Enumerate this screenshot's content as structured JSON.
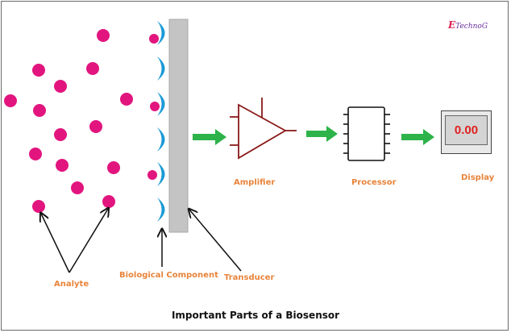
{
  "brand": {
    "first_letter": "E",
    "rest": "TechnoG"
  },
  "labels": {
    "amplifier": "Amplifier",
    "processor": "Processor",
    "display": "Display",
    "analyte": "Analyte",
    "biological_component": "Biological Component",
    "transducer": "Transducer"
  },
  "display_value": "0.00",
  "title": "Important Parts of a Biosensor",
  "colors": {
    "analyte": "#e2157f",
    "bio_receptor": "#1a9ad6",
    "transducer": "#c4c4c4",
    "flow_arrow": "#2db34a",
    "amplifier": "#8b1a1a",
    "label": "#e8843a",
    "display_digits": "#e02020"
  }
}
